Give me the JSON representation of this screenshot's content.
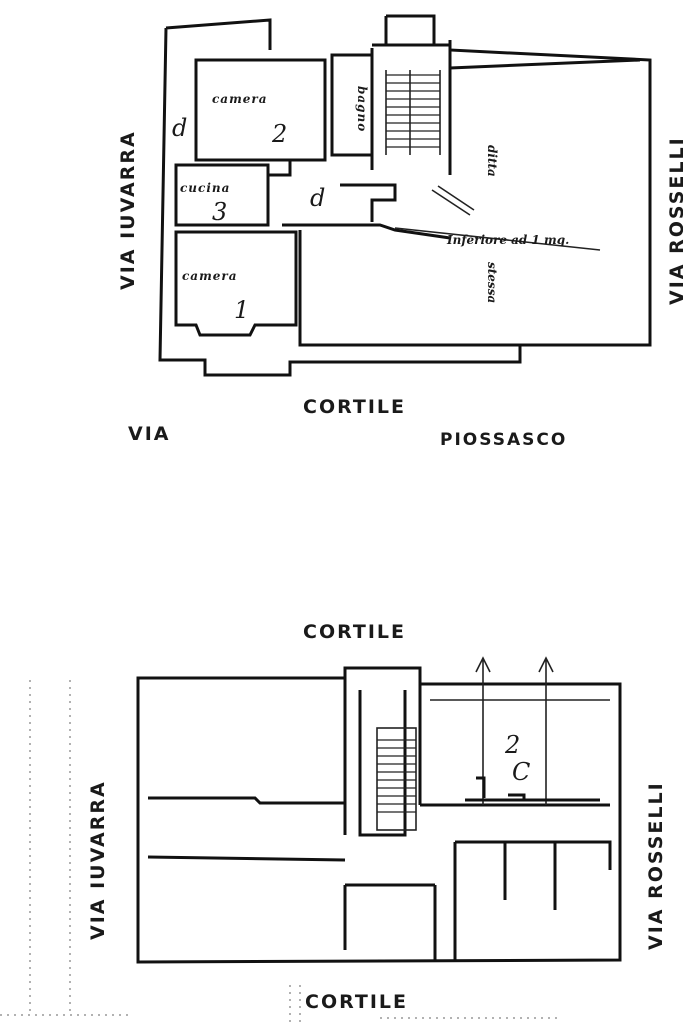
{
  "upper_plan": {
    "street_left": "VIA IUVARRA",
    "street_right": "VIA ROSSELLI",
    "street_bottom_left": "VIA",
    "street_bottom_right": "PIOSSASCO",
    "courtyard": "CORTILE",
    "rooms": {
      "camera_2": {
        "label": "camera",
        "number": "2"
      },
      "bagno": {
        "label": "bagno"
      },
      "cucina": {
        "label": "cucina",
        "number": "3"
      },
      "camera_1": {
        "label": "camera",
        "number": "1"
      }
    },
    "marks": {
      "left_d": "d",
      "hall_d": "d"
    },
    "notes": {
      "ditta": "ditta",
      "stessa": "stessa",
      "inferiore": "Inferiore ad 1 mq."
    }
  },
  "lower_plan": {
    "courtyard_top": "CORTILE",
    "courtyard_bottom": "CORTILE",
    "street_left": "VIA IUVARRA",
    "street_right": "VIA ROSSELLI",
    "mark_number": "2",
    "mark_letter": "C"
  }
}
